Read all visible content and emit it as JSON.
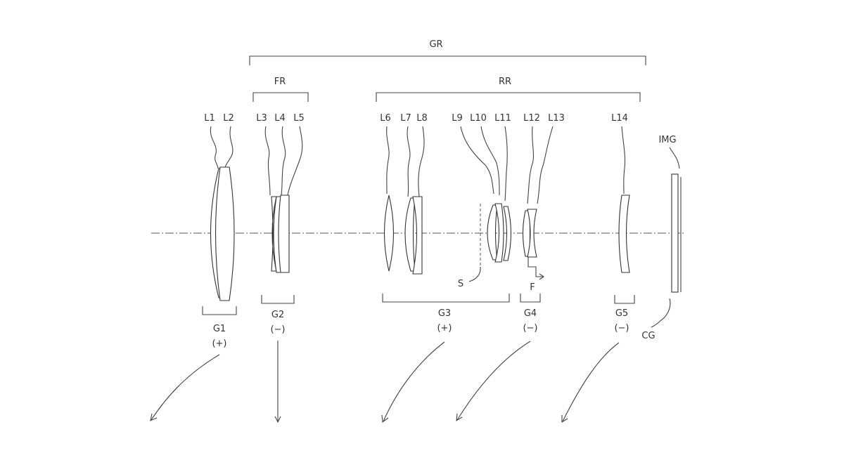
{
  "brackets": {
    "rear_group": "GR",
    "front_rear": "FR",
    "rear_rear": "RR"
  },
  "lenses": [
    "L1",
    "L2",
    "L3",
    "L4",
    "L5",
    "L6",
    "L7",
    "L8",
    "L9",
    "L10",
    "L11",
    "L12",
    "L13",
    "L14"
  ],
  "groups": [
    {
      "name": "G1",
      "sign": "(+)"
    },
    {
      "name": "G2",
      "sign": "(−)"
    },
    {
      "name": "G3",
      "sign": "(+)"
    },
    {
      "name": "G4",
      "sign": "(−)"
    },
    {
      "name": "G5",
      "sign": "(−)"
    }
  ],
  "labels": {
    "image_plane": "IMG",
    "cover_glass": "CG",
    "aperture_stop": "S",
    "focus": "F"
  }
}
